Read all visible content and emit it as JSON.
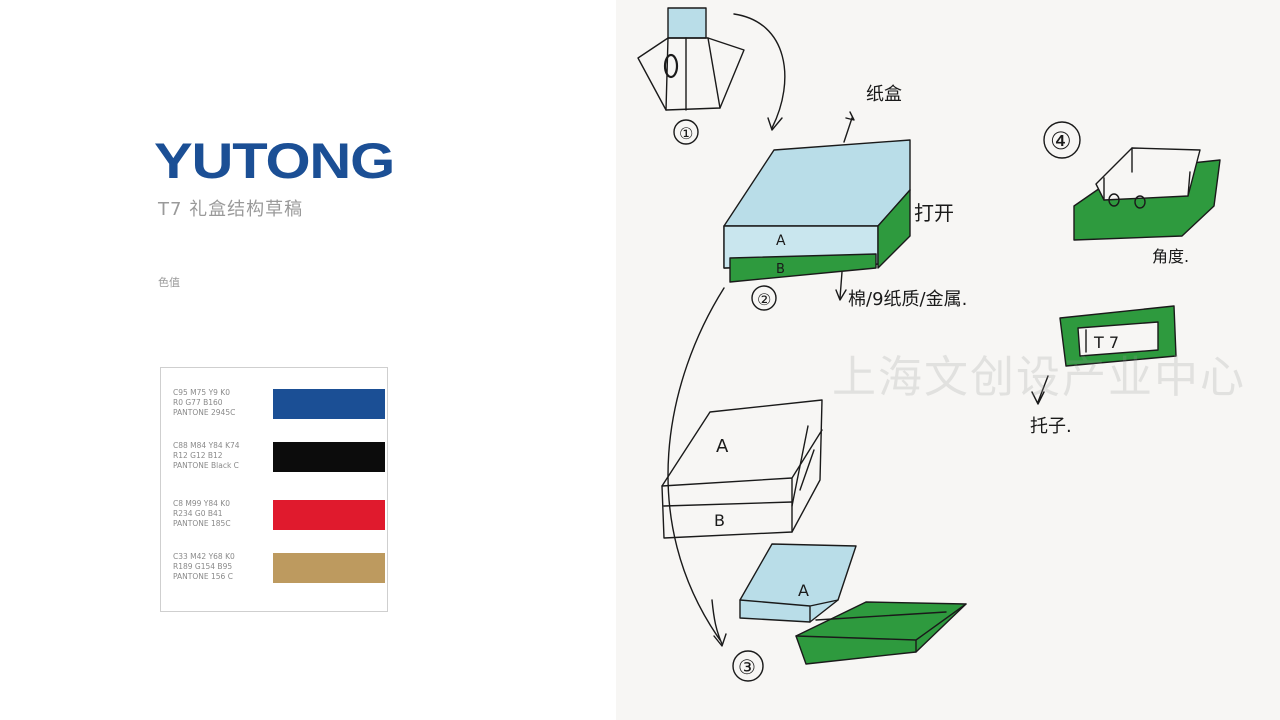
{
  "header": {
    "logo_text": "YUTONG",
    "title": "T7 礼盒结构草稿"
  },
  "palette": {
    "label": "色值",
    "swatches": [
      {
        "lines": [
          "C95 M75 Y9 K0",
          "R0 G77 B160",
          "PANTONE 2945C"
        ],
        "color": "#1b4f95"
      },
      {
        "lines": [
          "C88 M84 Y84 K74",
          "R12 G12 B12",
          "PANTONE Black C"
        ],
        "color": "#0c0c0c"
      },
      {
        "lines": [
          "C8 M99 Y84 K0",
          "R234 G0 B41",
          "PANTONE 185C"
        ],
        "color": "#e01a2d"
      },
      {
        "lines": [
          "C33 M42 Y68 K0",
          "R189 G154 B95",
          "PANTONE 156 C"
        ],
        "color": "#bd9a5f"
      }
    ]
  },
  "sketch": {
    "annotations": {
      "step1": "①",
      "step2": "②",
      "step3": "③",
      "step4": "④",
      "paper_lid": "纸盒",
      "open": "打开",
      "materials": "棉/9纸质/金属.",
      "corner": "角度.",
      "tray": "托子.",
      "label_a": "A",
      "label_b": "B",
      "label_t7": "T 7"
    },
    "watermark": "上海文创设产业中心"
  }
}
